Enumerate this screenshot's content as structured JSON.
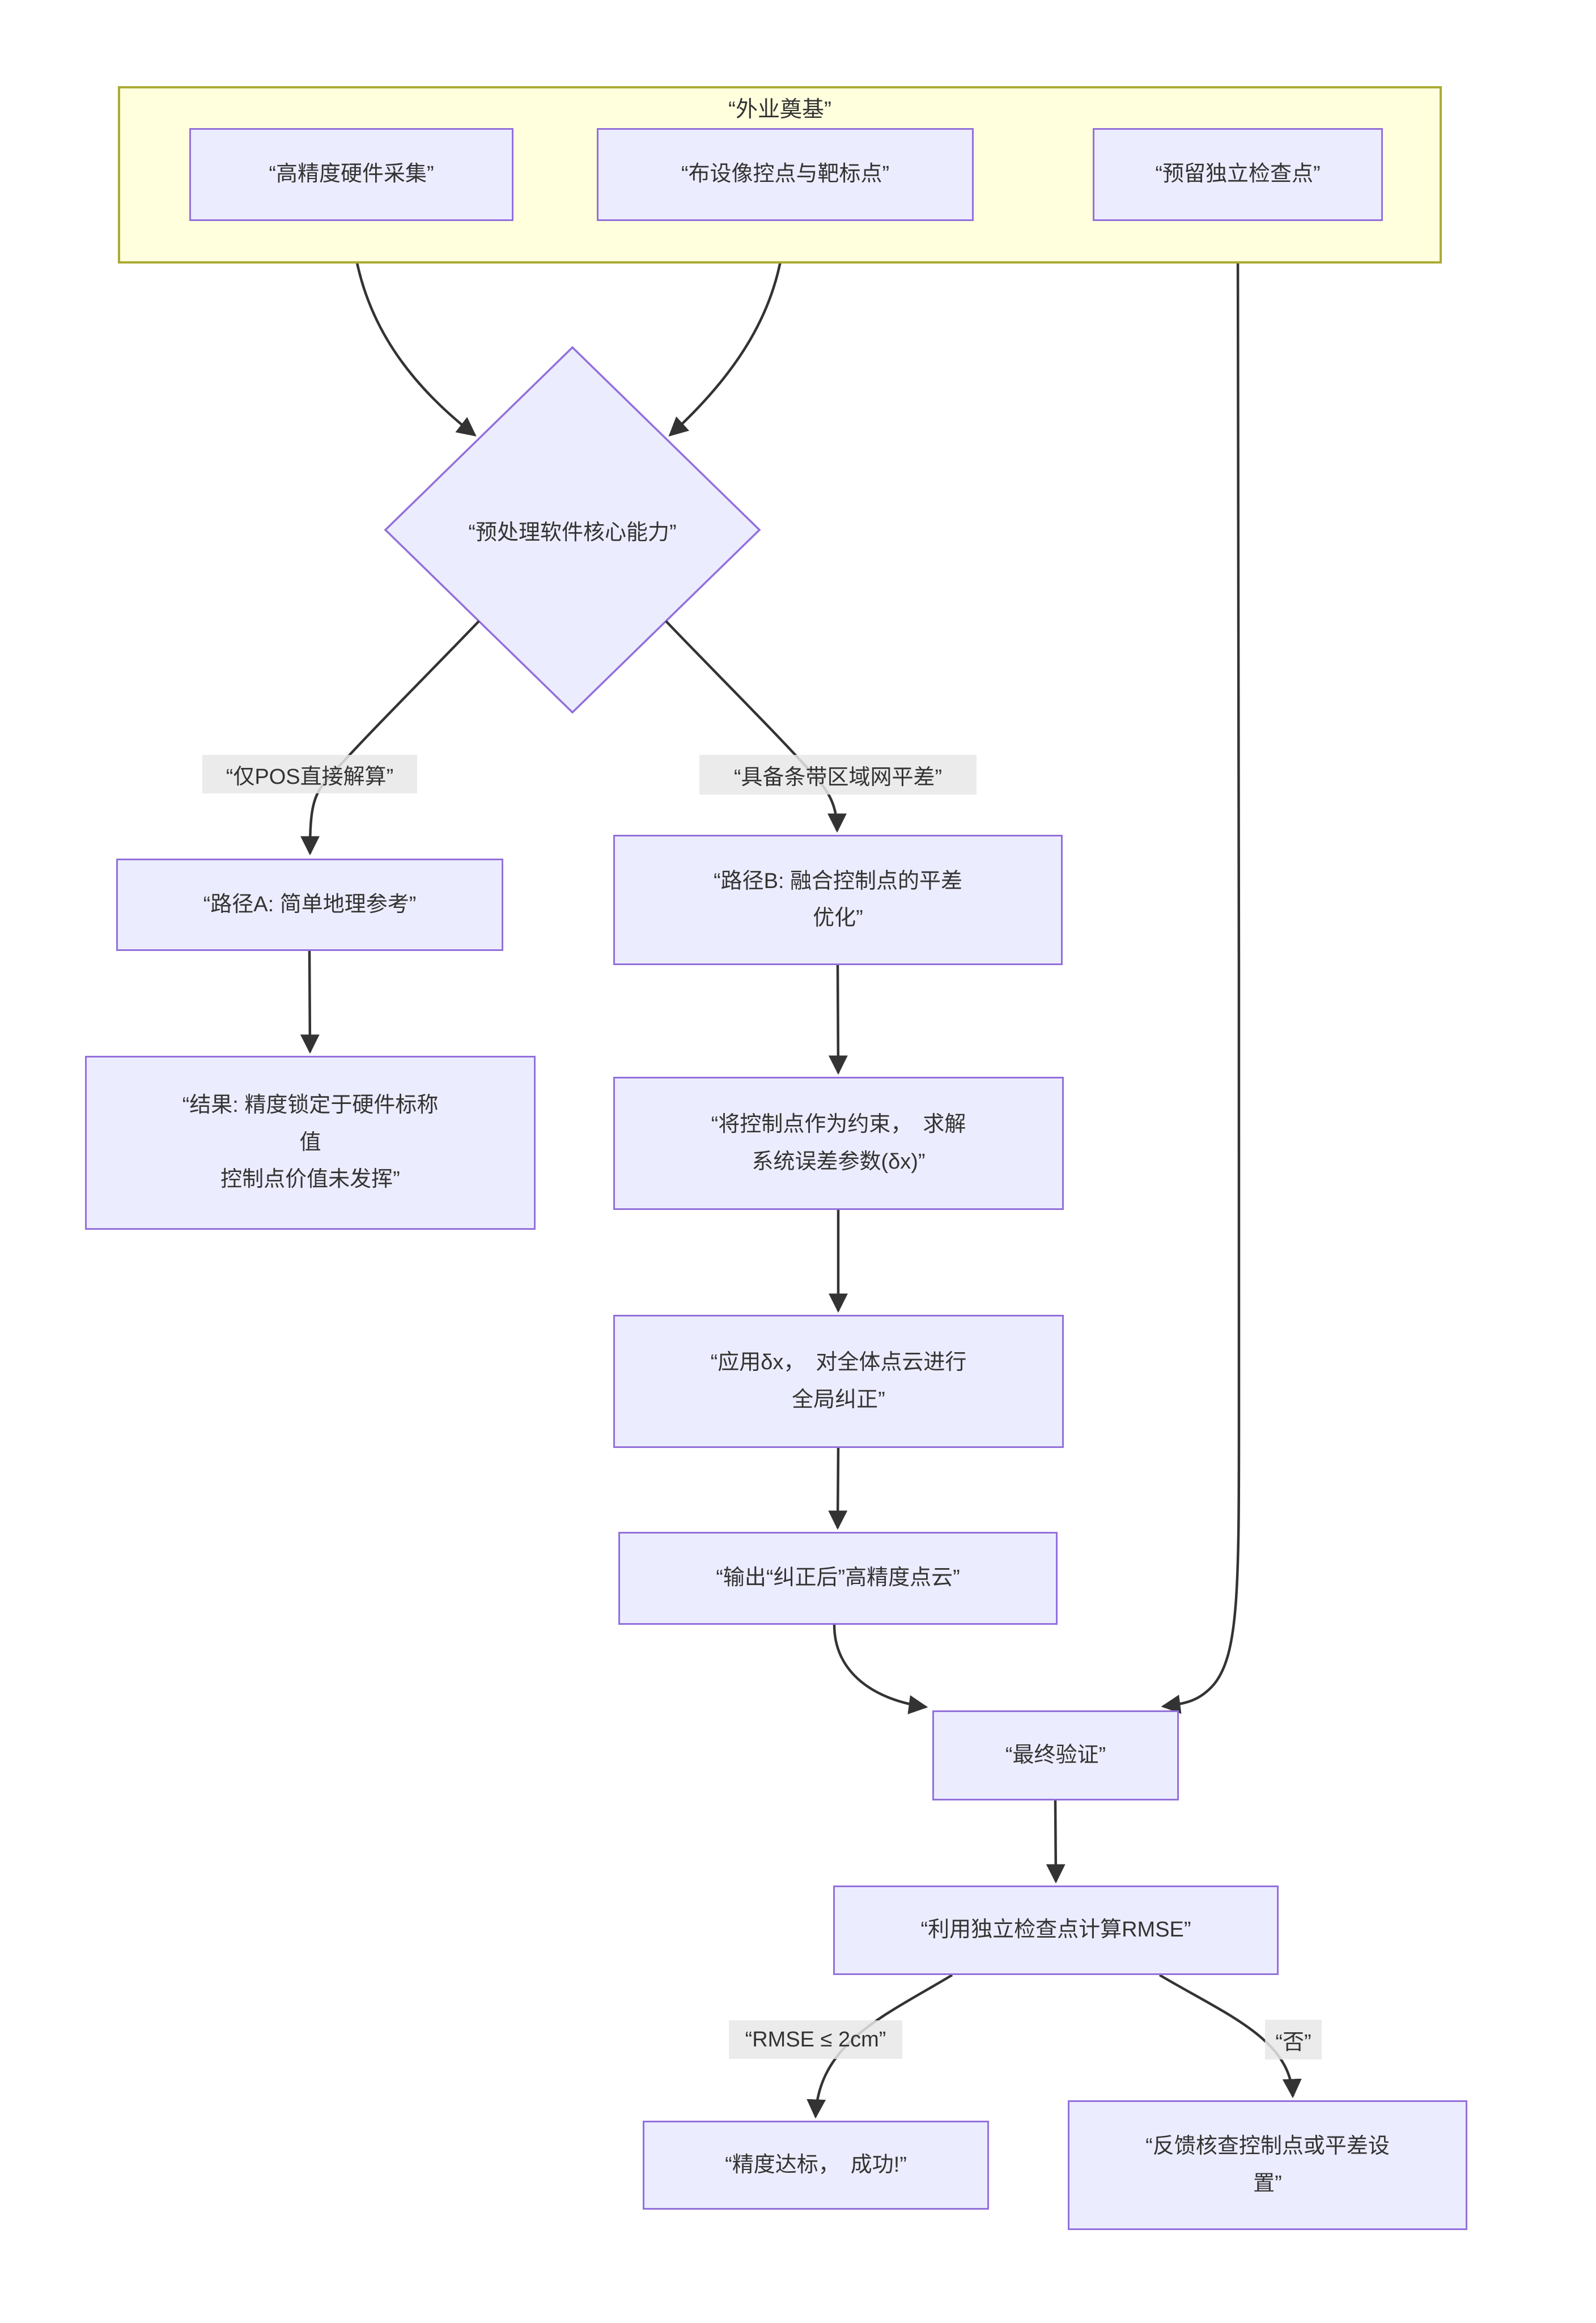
{
  "colors": {
    "node_fill": "#ECECFF",
    "node_border": "#9370DB",
    "cluster_fill": "#FFFFDE",
    "cluster_border": "#AAAA33",
    "edge_line": "#333333",
    "edge_label_bg": "#E8E8E8",
    "text": "#333333"
  },
  "cluster": {
    "title": "“外业奠基”"
  },
  "nodes": {
    "hardware": {
      "label": "“高精度硬件采集”"
    },
    "gcp": {
      "label": "“布设像控点与靶标点”"
    },
    "checkpoints": {
      "label": "“预留独立检查点”"
    },
    "decision": {
      "label": "“预处理软件核心能力”"
    },
    "pathA": {
      "label": "“路径A: 简单地理参考”"
    },
    "pathB": {
      "label": "“路径B: 融合控制点的平差\n优化”"
    },
    "resultA": {
      "label": "“结果: 精度锁定于硬件标称\n值\n控制点价值未发挥”"
    },
    "constraint": {
      "label": "“将控制点作为约束，　求解\n系统误差参数(δx)”"
    },
    "applyDx": {
      "label": "“应用δx，　对全体点云进行\n全局纠正”"
    },
    "output": {
      "label": "“输出“纠正后”高精度点云”"
    },
    "finalCheck": {
      "label": "“最终验证”"
    },
    "rmse": {
      "label": "“利用独立检查点计算RMSE”"
    },
    "success": {
      "label": "“精度达标，　成功!”"
    },
    "feedback": {
      "label": "“反馈核查控制点或平差设\n置”"
    }
  },
  "edge_labels": {
    "pos_only": "“仅POS直接解算”",
    "strip_adjust": "“具备条带区域网平差”",
    "rmse_ok": "“RMSE ≤ 2cm”",
    "no": "“否”"
  }
}
